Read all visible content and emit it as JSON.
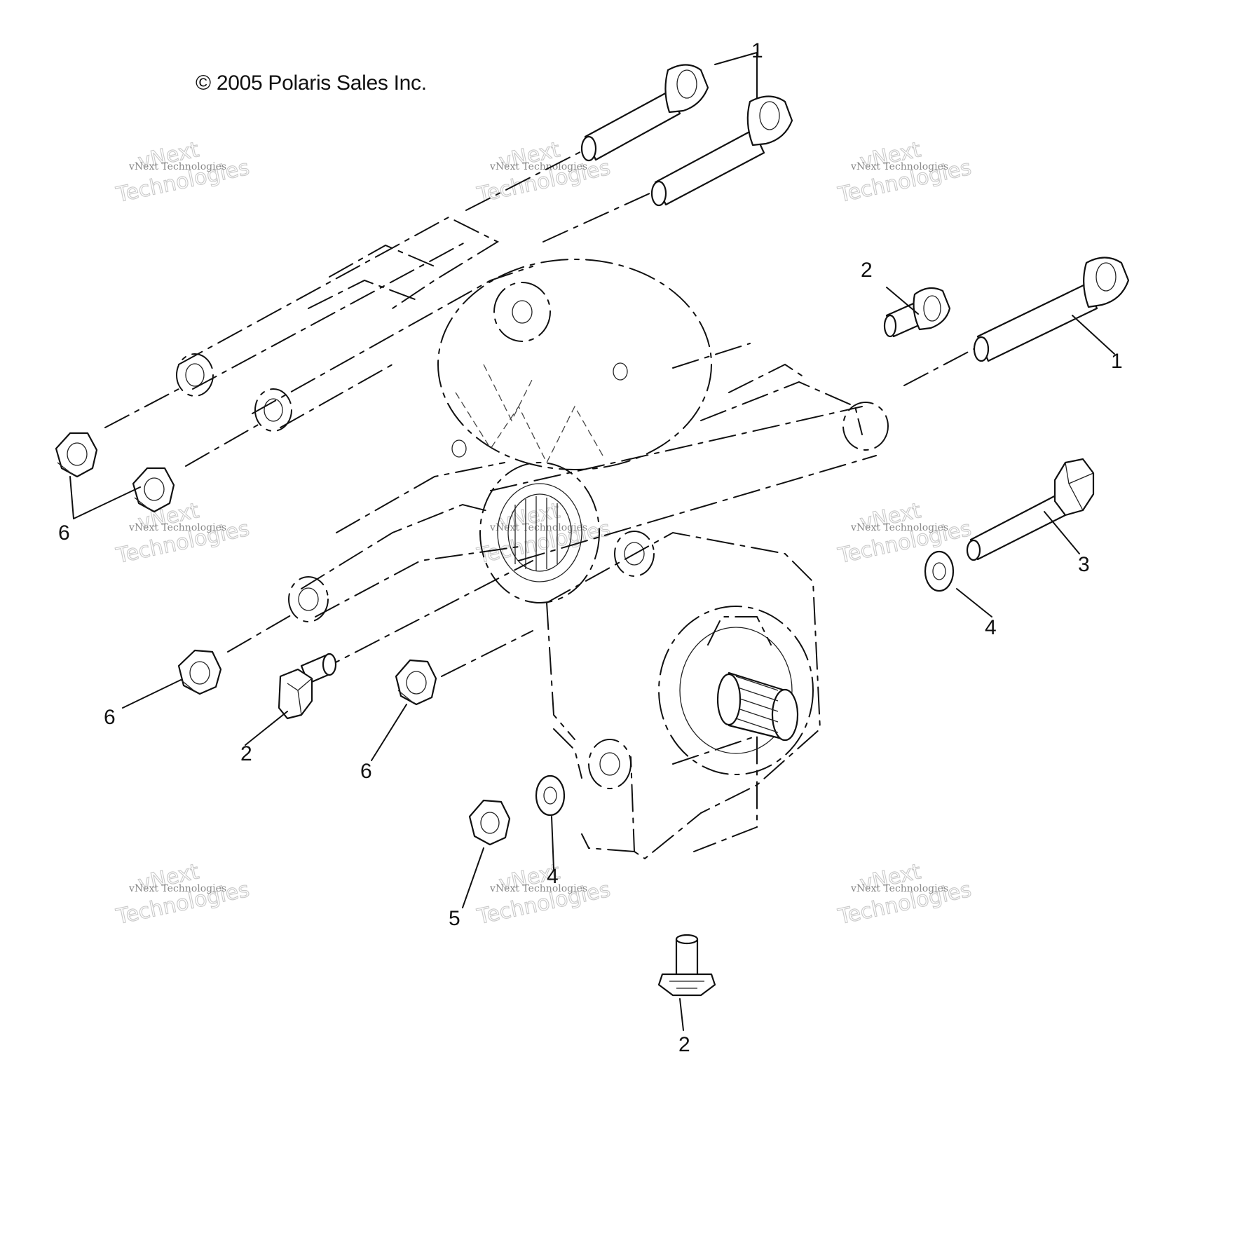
{
  "copyright": "© 2005 Polaris Sales Inc.",
  "watermark": {
    "line1": "vNext Technologies",
    "line2": "vNext\nTechnologies"
  },
  "callouts": {
    "bolt_long_top": "1",
    "bolt_long_right": "1",
    "bolt_small_top": "2",
    "bolt_small_left": "2",
    "bolt_small_bottom": "2",
    "bolt_hex": "3",
    "washer_right": "4",
    "washer_bottom": "4",
    "nut_bottom": "5",
    "nut_left_pair": "6",
    "nut_left_lower": "6",
    "nut_center": "6"
  }
}
